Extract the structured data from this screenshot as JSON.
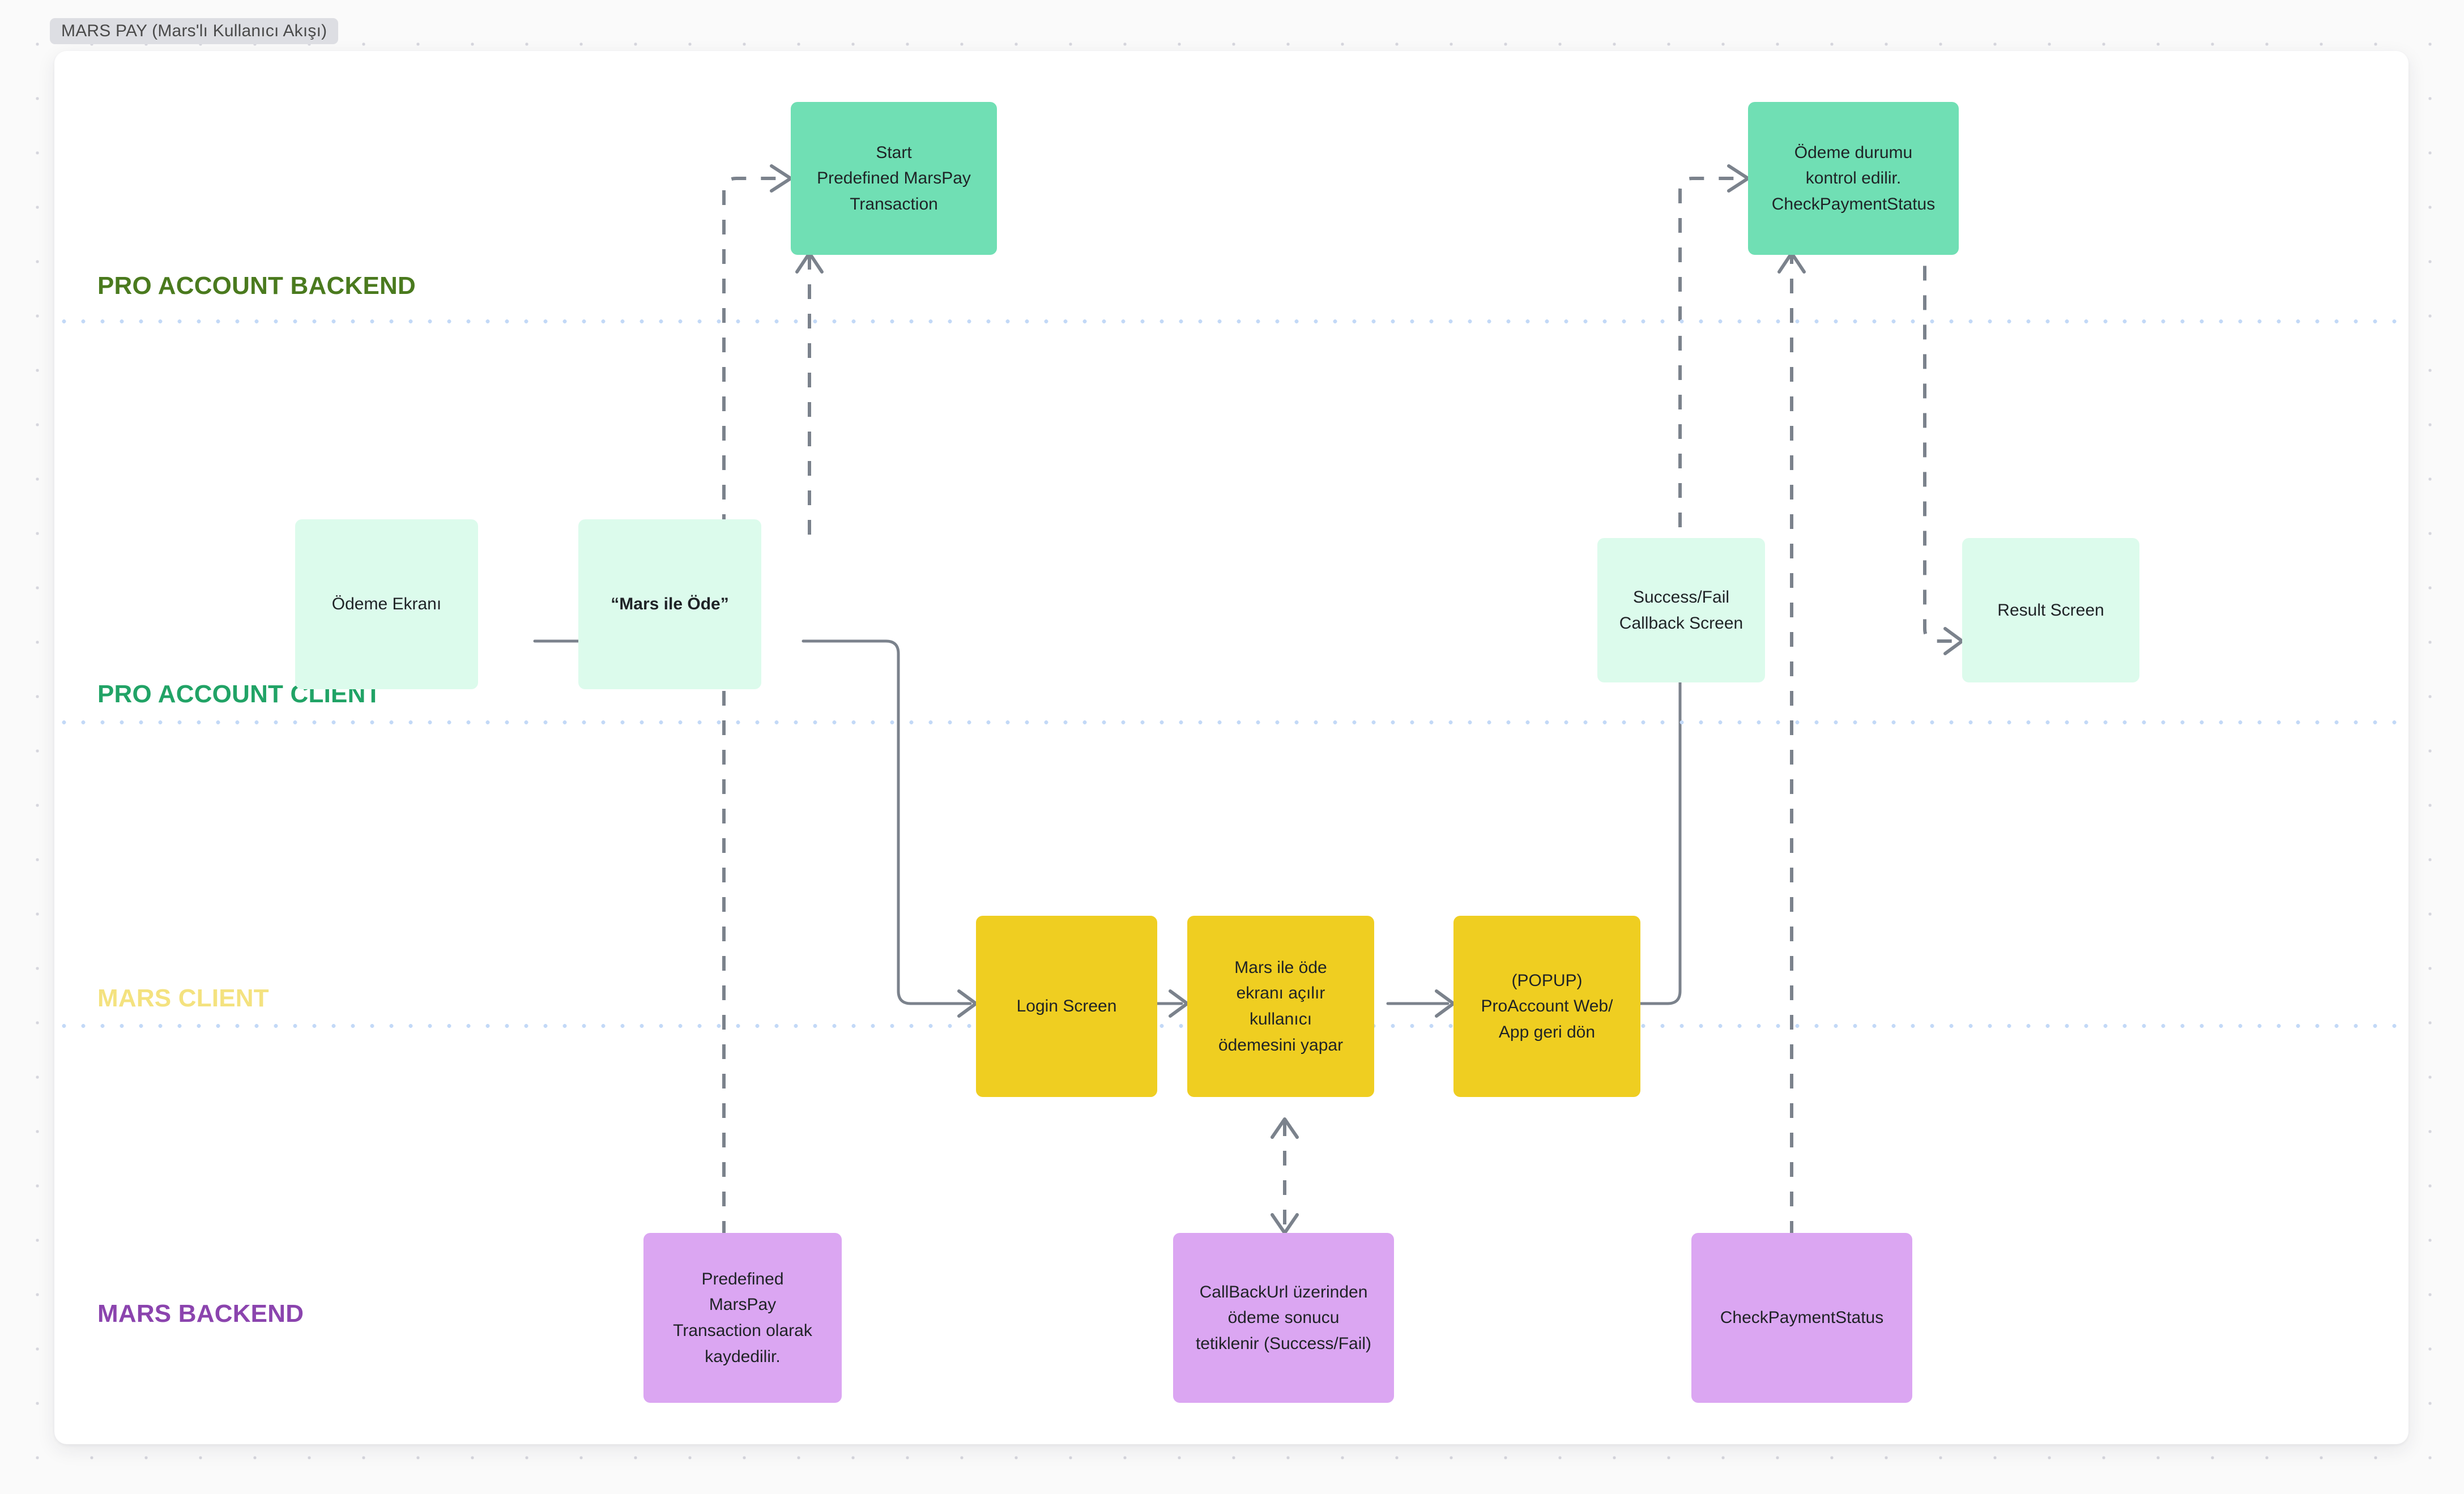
{
  "frame": {
    "title": "MARS PAY (Mars'lı Kullanıcı Akışı)"
  },
  "lanes": [
    {
      "label": "PRO ACCOUNT BACKEND",
      "color": "#4A7A1E"
    },
    {
      "label": "PRO ACCOUNT CLIENT",
      "color": "#21A366"
    },
    {
      "label": "MARS CLIENT",
      "color": "#F4E27F"
    },
    {
      "label": "MARS BACKEND",
      "color": "#8B44AE"
    }
  ],
  "nodes": {
    "start_marspay": {
      "text": "Start\nPredefined MarsPay\nTransaction",
      "lane": "PRO ACCOUNT BACKEND",
      "color": "#70DFB4"
    },
    "check_status_green": {
      "text": "Ödeme durumu\nkontrol edilir.\nCheckPaymentStatus",
      "lane": "PRO ACCOUNT BACKEND",
      "color": "#70DFB4"
    },
    "odeme_ekrani": {
      "text": "Ödeme Ekranı",
      "lane": "PRO ACCOUNT CLIENT",
      "color": "#DCFBEC"
    },
    "mars_ile_ode": {
      "text": "“Mars ile Öde”",
      "lane": "PRO ACCOUNT CLIENT",
      "color": "#DCFBEC"
    },
    "success_fail": {
      "text": "Success/Fail\nCallback Screen",
      "lane": "PRO ACCOUNT CLIENT",
      "color": "#DCFBEC"
    },
    "result_screen": {
      "text": "Result Screen",
      "lane": "PRO ACCOUNT CLIENT",
      "color": "#DCFBEC"
    },
    "login_screen": {
      "text": "Login Screen",
      "lane": "MARS CLIENT",
      "color": "#EFCE21"
    },
    "mars_ode_ekrani": {
      "text": "Mars ile öde\nekranı açılır\nkullanıcı\nödemesini yapar",
      "lane": "MARS CLIENT",
      "color": "#EFCE21"
    },
    "popup_return": {
      "text": "(POPUP)\nProAccount Web/\nApp geri dön",
      "lane": "MARS CLIENT",
      "color": "#EFCE21"
    },
    "predefined_saved": {
      "text": "Predefined\nMarsPay\nTransaction olarak\nkaydedilir.",
      "lane": "MARS BACKEND",
      "color": "#DBA6F2"
    },
    "callback_url": {
      "text": "CallBackUrl üzerinden\nödeme sonucu\ntetiklenir (Success/Fail)",
      "lane": "MARS BACKEND",
      "color": "#DBA6F2"
    },
    "check_payment": {
      "text": "CheckPaymentStatus",
      "lane": "MARS BACKEND",
      "color": "#DBA6F2"
    }
  },
  "edges": [
    {
      "from": "predefined_saved",
      "to": "start_marspay",
      "style": "dashed"
    },
    {
      "from": "start_marspay",
      "to": "mars_ile_ode",
      "style": "dashed"
    },
    {
      "from": "odeme_ekrani",
      "to": "mars_ile_ode",
      "style": "solid"
    },
    {
      "from": "mars_ile_ode",
      "to": "login_screen",
      "style": "solid"
    },
    {
      "from": "login_screen",
      "to": "mars_ode_ekrani",
      "style": "solid"
    },
    {
      "from": "mars_ode_ekrani",
      "to": "popup_return",
      "style": "solid"
    },
    {
      "from": "mars_ode_ekrani",
      "to": "callback_url",
      "style": "dashed-bidirectional"
    },
    {
      "from": "popup_return",
      "to": "success_fail",
      "style": "solid"
    },
    {
      "from": "success_fail",
      "to": "check_status_green",
      "style": "dashed"
    },
    {
      "from": "check_payment",
      "to": "check_status_green",
      "style": "dashed"
    },
    {
      "from": "check_status_green",
      "to": "result_screen",
      "style": "dashed"
    }
  ],
  "palette": {
    "connector": "#7b828c",
    "lane_divider": "#c3d9f7",
    "canvas": "#ffffff",
    "page_bg": "#fafafa"
  }
}
